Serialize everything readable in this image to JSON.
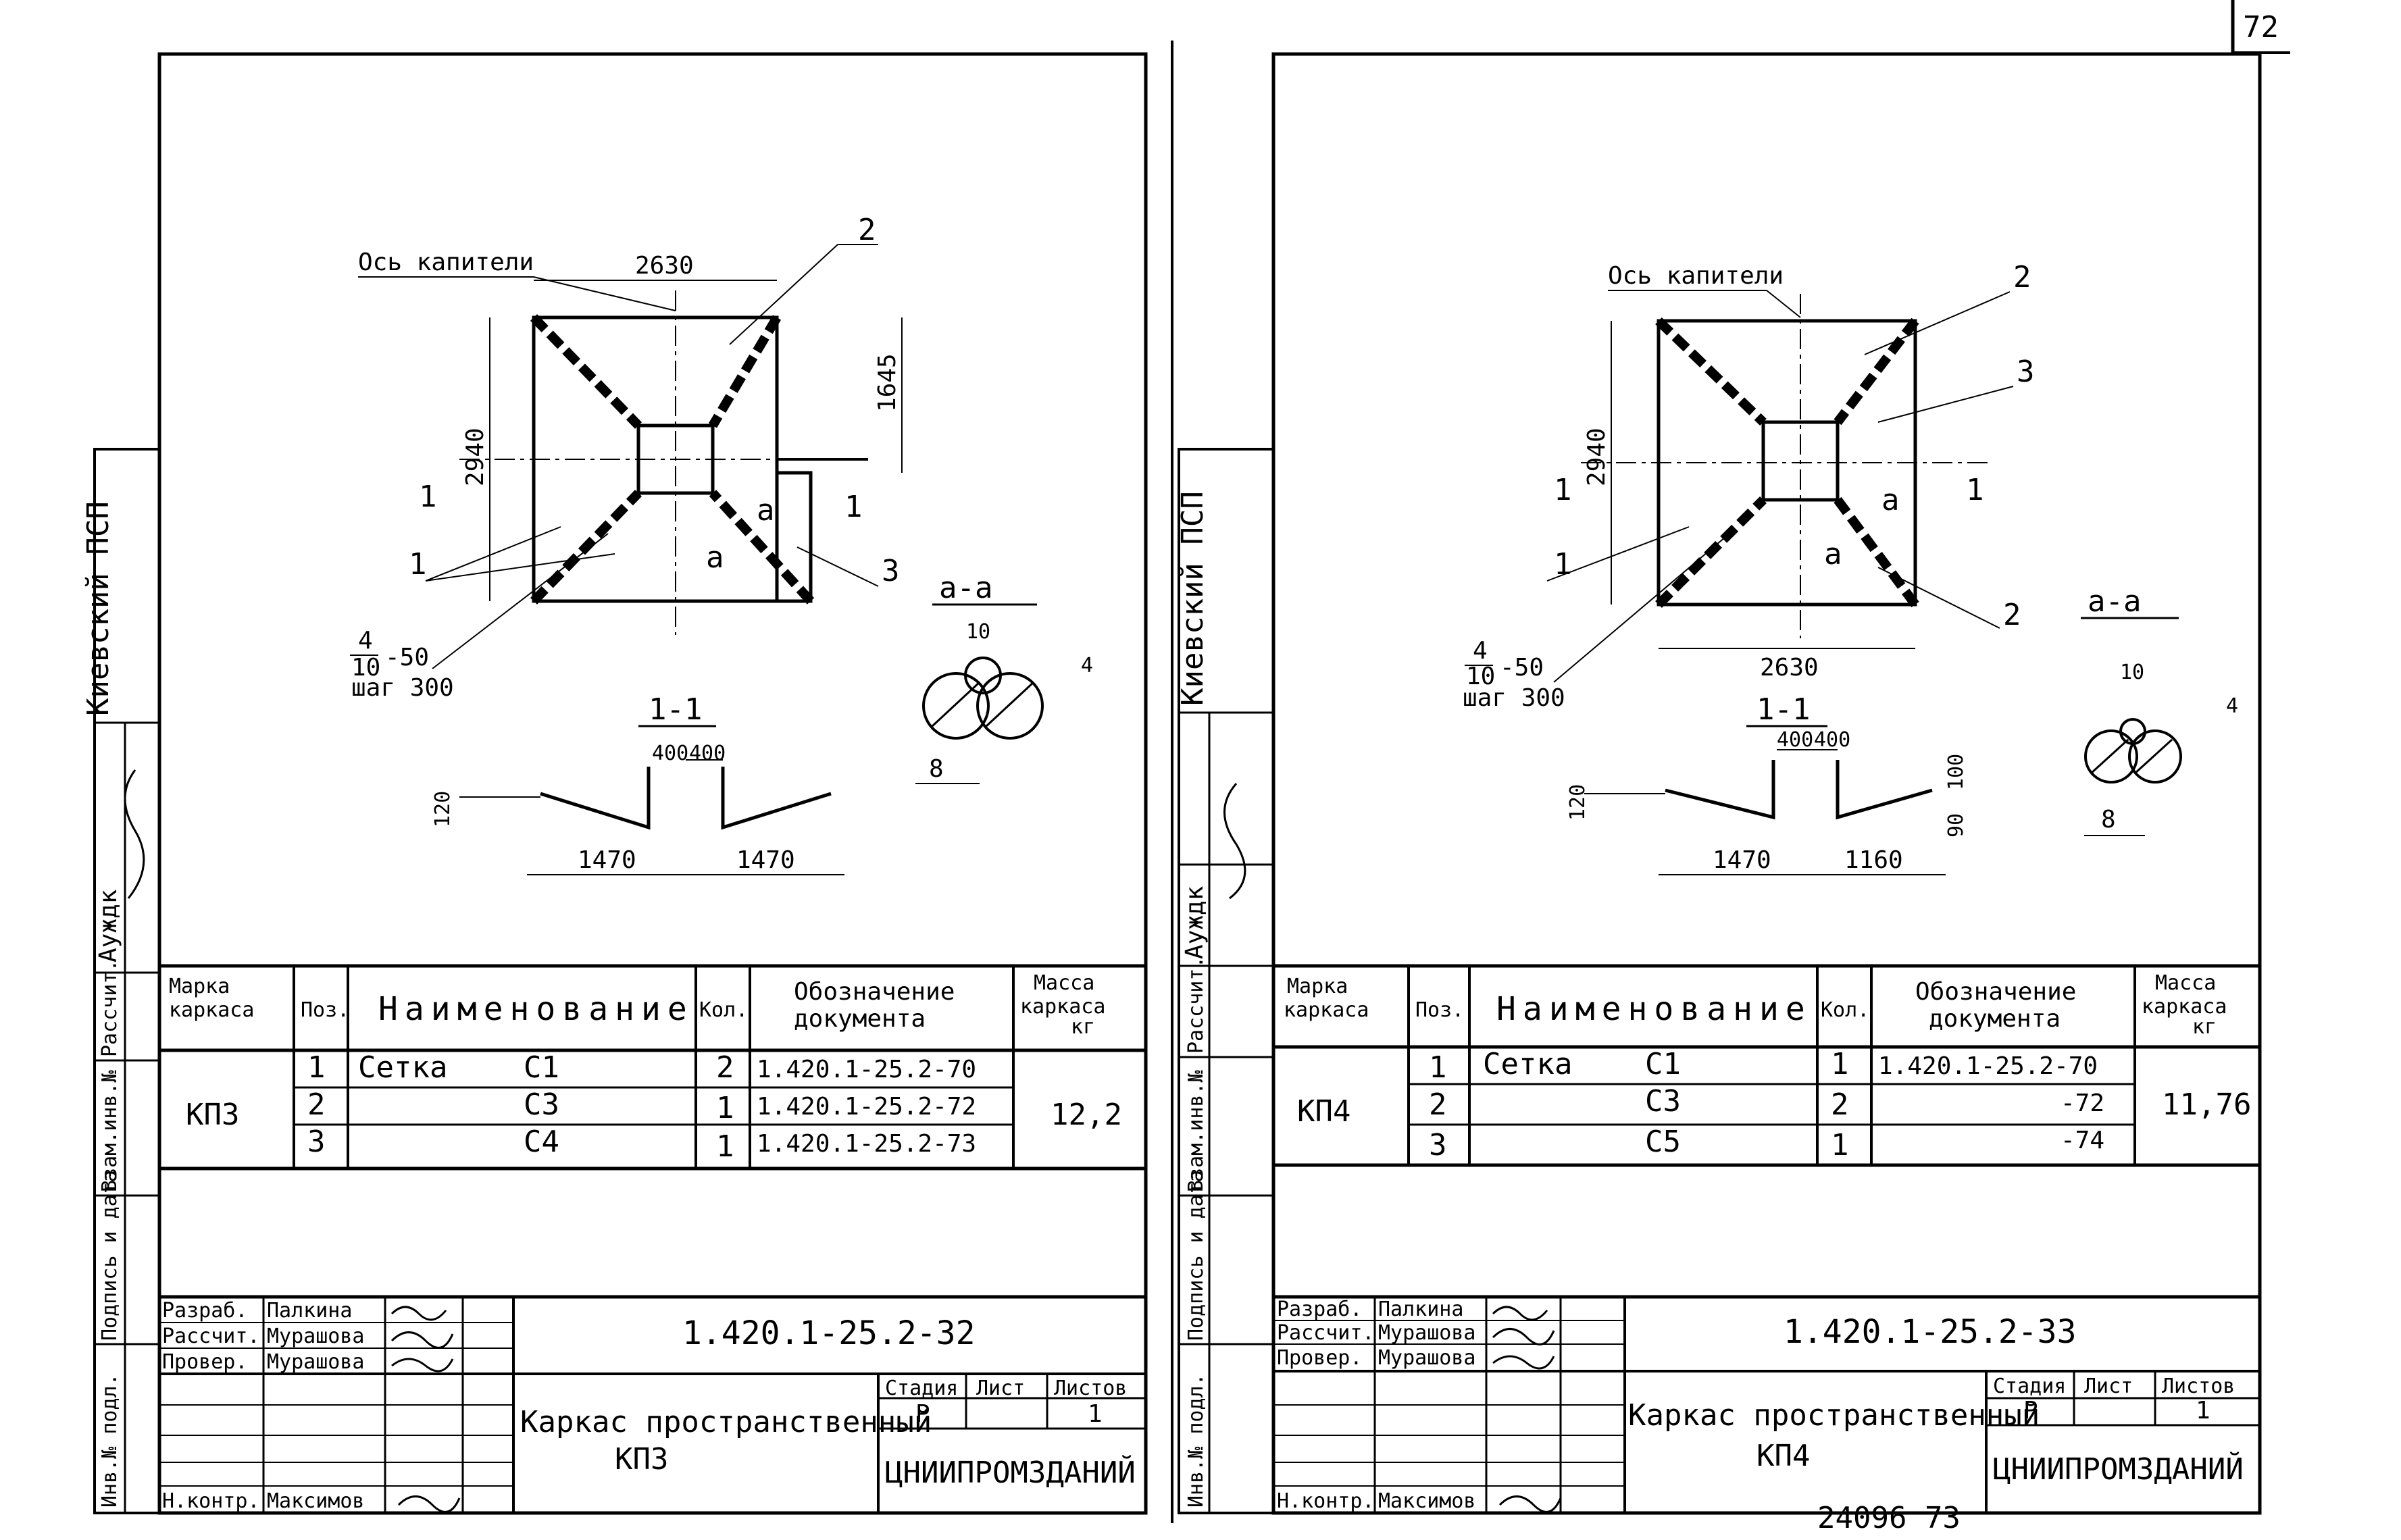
{
  "page_number_top": "72",
  "page_footer": "24096   73",
  "side_stamp": {
    "org": "Киевский  ПСП",
    "rasschit_label": "Рассчит.",
    "rasschit_name": "Ауждк",
    "vzam_label": "Взам.инв.№",
    "podpis_label": "Подпись и дата",
    "inv_label": "Инв.№ подл."
  },
  "headers": {
    "marka": "Марка каркаса",
    "marka_l1": "Марка",
    "marka_l2": "каркаса",
    "poz": "Поз.",
    "name": "Наименование",
    "kol": "Кол.",
    "oboz_l1": "Обозначение",
    "oboz_l2": "документа",
    "massa_l1": "Масса",
    "massa_l2": "каркаса",
    "massa_l3": "кг"
  },
  "labels": {
    "os": "Ось капители",
    "rod": "4/10 -50",
    "rod_num": "4",
    "rod_den": "10",
    "rod_suffix": "-50",
    "shag": "шаг 300",
    "sec11": "1-1",
    "secaa": "а-а",
    "stadia": "Стадия",
    "list": "Лист",
    "listov": "Листов",
    "stadia_val": "Р",
    "listov_val": "1",
    "org": "ЦНИИПРОМЗДАНИЙ",
    "razrab": "Разраб.",
    "rasschit": "Рассчит.",
    "prover": "Провер.",
    "nkontr": "Н.контр."
  },
  "sheets": [
    {
      "code": "1.420.1-25.2-32",
      "title_l1": "Каркас пространственный",
      "title_l2": "КП3",
      "marka": "КП3",
      "massa": "12,2",
      "rows": [
        {
          "poz": "1",
          "name_a": "Сетка",
          "name_b": "С1",
          "kol": "2",
          "doc": "1.420.1-25.2-70"
        },
        {
          "poz": "2",
          "name_a": "",
          "name_b": "С3",
          "kol": "1",
          "doc": "1.420.1-25.2-72"
        },
        {
          "poz": "3",
          "name_a": "",
          "name_b": "С4",
          "kol": "1",
          "doc": "1.420.1-25.2-73"
        }
      ],
      "staff": {
        "razrab": "Палкина",
        "rasschit": "Мурашова",
        "prover": "Мурашова",
        "nkontr": "Максимов"
      },
      "dims": {
        "w": "2630",
        "h": "2940",
        "h2": "1645",
        "s1": "1470",
        "s2": "1470",
        "d1": "400",
        "d2": "400",
        "dh": "120",
        "a1": "10",
        "a2": "4",
        "a3": "8"
      },
      "callouts": {
        "c1": "1",
        "c2": "2",
        "c3": "3",
        "sec": "1",
        "cut": "а"
      }
    },
    {
      "code": "1.420.1-25.2-33",
      "title_l1": "Каркас пространственный",
      "title_l2": "КП4",
      "marka": "КП4",
      "massa": "11,76",
      "rows": [
        {
          "poz": "1",
          "name_a": "Сетка",
          "name_b": "С1",
          "kol": "1",
          "doc": "1.420.1-25.2-70"
        },
        {
          "poz": "2",
          "name_a": "",
          "name_b": "С3",
          "kol": "2",
          "doc": "-72"
        },
        {
          "poz": "3",
          "name_a": "",
          "name_b": "С5",
          "kol": "1",
          "doc": "-74"
        }
      ],
      "staff": {
        "razrab": "Палкина",
        "rasschit": "Мурашова",
        "prover": "Мурашова",
        "nkontr": "Максимов"
      },
      "dims": {
        "w": "2630",
        "h": "2940",
        "s1": "1470",
        "s2": "1160",
        "d1": "400",
        "d2": "400",
        "dh": "120",
        "dh2": "100",
        "dh3": "90",
        "a1": "10",
        "a2": "4",
        "a3": "8"
      },
      "callouts": {
        "c1": "1",
        "c2": "2",
        "c3": "3",
        "sec": "1",
        "cut": "а"
      }
    }
  ]
}
